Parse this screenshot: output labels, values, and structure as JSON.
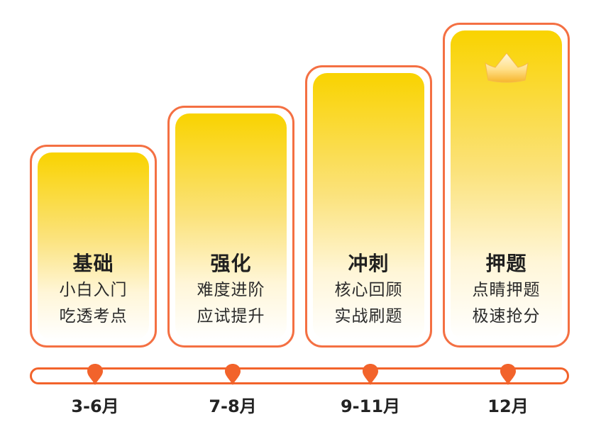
{
  "colors": {
    "border": "#F47043",
    "timeline": "#F2632B",
    "gradient_top": "#F9D300",
    "gradient_bottom": "#FFFFFF",
    "text": "#222222"
  },
  "stages": [
    {
      "title": "基础",
      "lines": [
        "小白入门",
        "吃透考点"
      ],
      "period": "3-6月"
    },
    {
      "title": "强化",
      "lines": [
        "难度进阶",
        "应试提升"
      ],
      "period": "7-8月"
    },
    {
      "title": "冲刺",
      "lines": [
        "核心回顾",
        "实战刷题"
      ],
      "period": "9-11月"
    },
    {
      "title": "押题",
      "lines": [
        "点睛押题",
        "极速抢分"
      ],
      "period": "12月",
      "icon": "crown-icon"
    }
  ]
}
